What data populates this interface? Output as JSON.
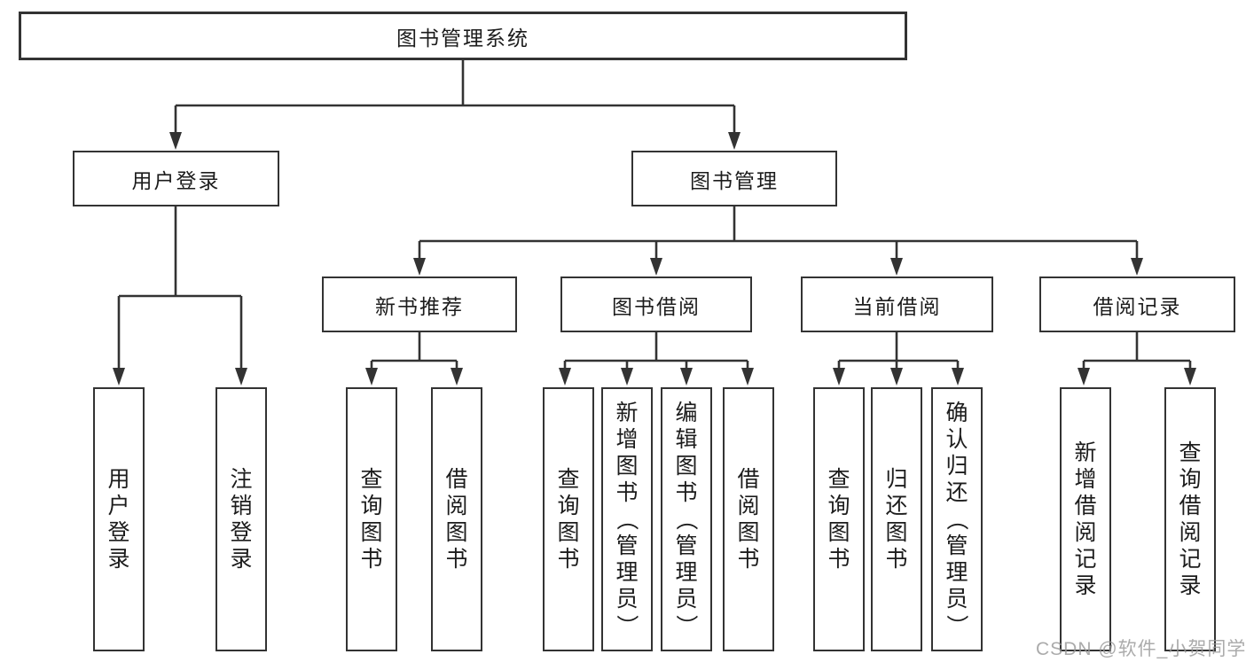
{
  "tree": {
    "label": "图书管理系统",
    "children": [
      {
        "label": "用户登录",
        "children": [
          {
            "label": "用户登录"
          },
          {
            "label": "注销登录"
          }
        ]
      },
      {
        "label": "图书管理",
        "children": [
          {
            "label": "新书推荐",
            "children": [
              {
                "label": "查询图书"
              },
              {
                "label": "借阅图书"
              }
            ]
          },
          {
            "label": "图书借阅",
            "children": [
              {
                "label": "查询图书"
              },
              {
                "label": "新增图书（管理员）"
              },
              {
                "label": "编辑图书（管理员）"
              },
              {
                "label": "借阅图书"
              }
            ]
          },
          {
            "label": "当前借阅",
            "children": [
              {
                "label": "查询图书"
              },
              {
                "label": "归还图书"
              },
              {
                "label": "确认归还（管理员）"
              }
            ]
          },
          {
            "label": "借阅记录",
            "children": [
              {
                "label": "新增借阅记录"
              },
              {
                "label": "查询借阅记录"
              }
            ]
          }
        ]
      }
    ]
  },
  "watermark": {
    "text": "CSDN @软件_小贺同学"
  },
  "colors": {
    "line": "#333333",
    "border": "#333333",
    "text": "#1c1c1c",
    "watermark": "#969696",
    "background": "#ffffff"
  }
}
